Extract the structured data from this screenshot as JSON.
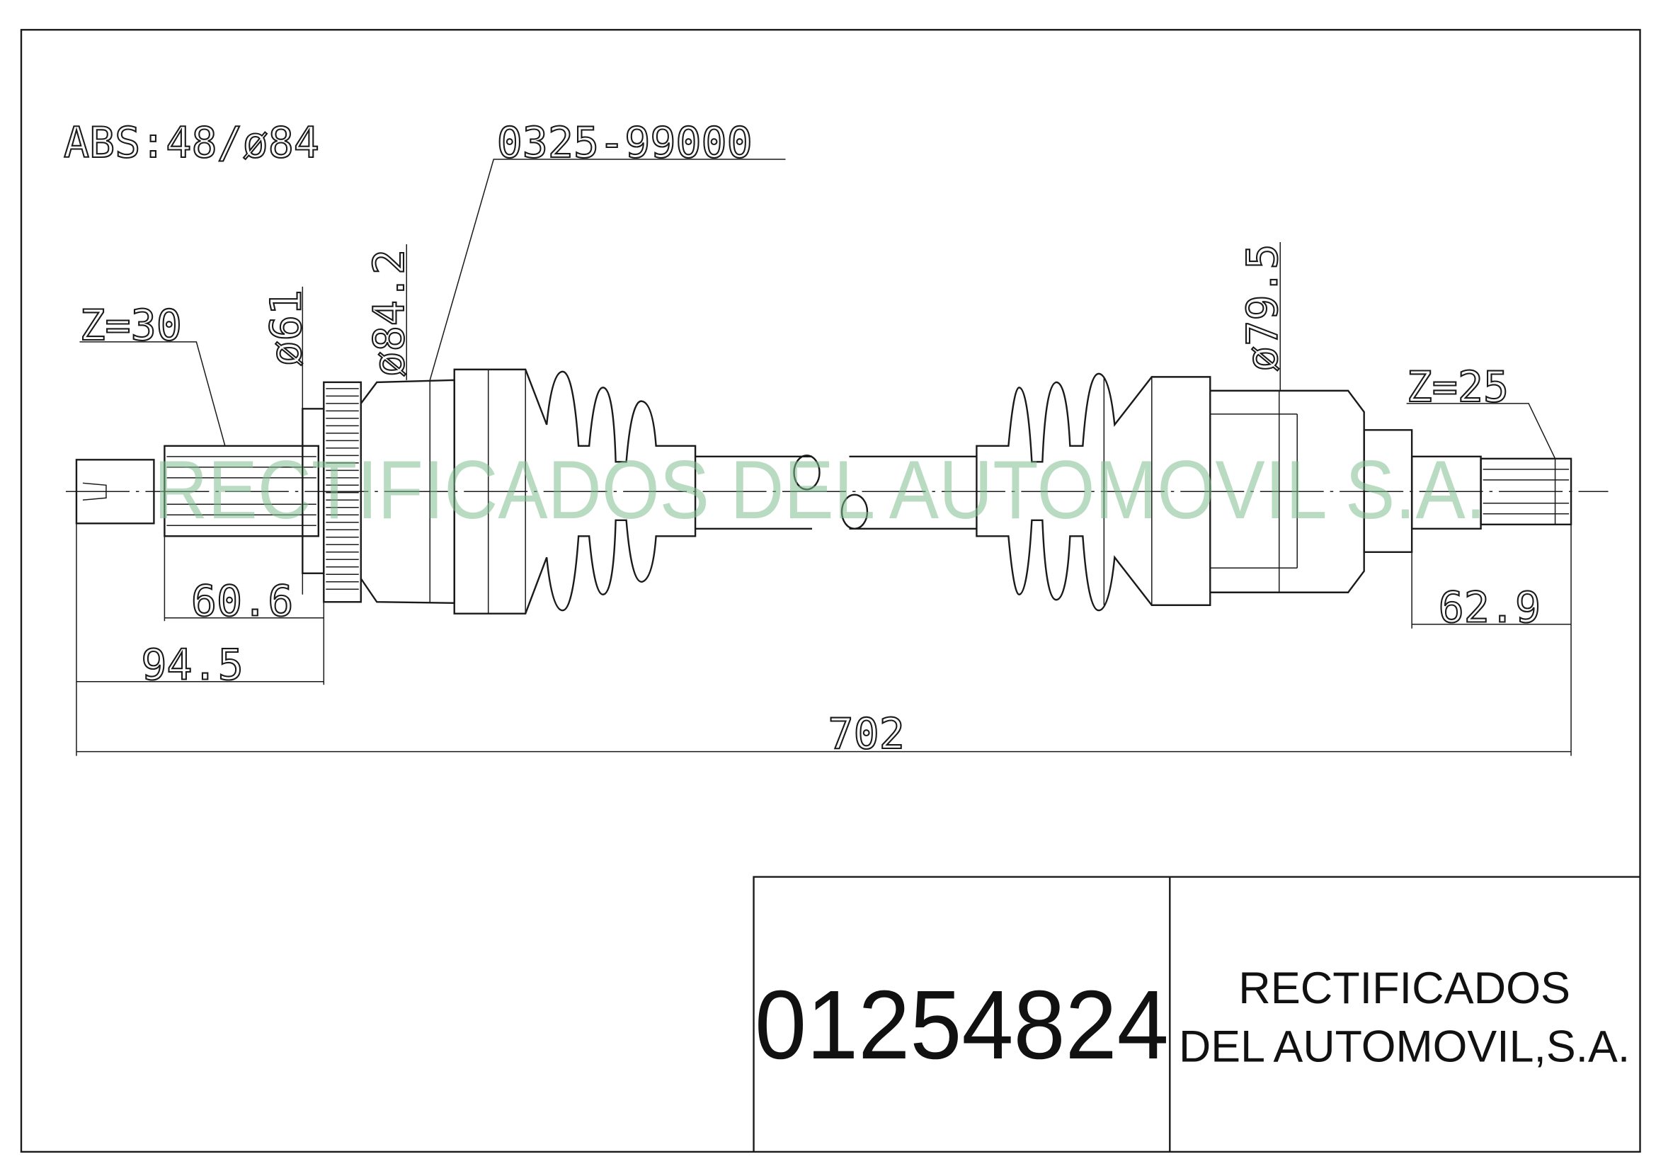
{
  "annotations": {
    "abs": "ABS:48/ø84",
    "part_ref": "0325-99000",
    "z_left": "Z=30",
    "z_right": "Z=25",
    "dia_61": "ø61",
    "dia_84_2": "ø84.2",
    "dia_79_5": "ø79.5"
  },
  "dimensions": {
    "d_60_6": "60.6",
    "d_94_5": "94.5",
    "d_62_9": "62.9",
    "d_702": "702"
  },
  "watermark": "RECTIFICADOS DEL AUTOMOVIL S.A.",
  "title_block": {
    "part_number": "01254824",
    "company_line1": "RECTIFICADOS",
    "company_line2": "DEL AUTOMOVIL,S.A."
  }
}
